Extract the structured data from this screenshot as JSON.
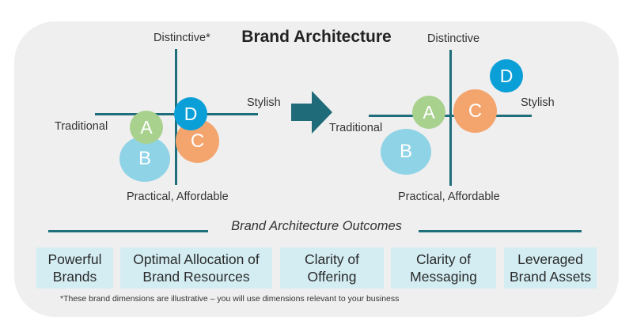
{
  "title": "Brand Architecture",
  "left_map": {
    "top_label": "Distinctive*",
    "right_label": "Stylish",
    "left_label": "Traditional",
    "bottom_label": "Practical, Affordable",
    "bubbles": {
      "a": "A",
      "b": "B",
      "c": "C",
      "d": "D"
    }
  },
  "right_map": {
    "top_label": "Distinctive",
    "right_label": "Stylish",
    "left_label": "Traditional",
    "bottom_label": "Practical, Affordable",
    "bubbles": {
      "a": "A",
      "b": "B",
      "c": "C",
      "d": "D"
    }
  },
  "colors": {
    "panel": "#efefef",
    "axis": "#1e6e7c",
    "arrow": "#1f6b79",
    "bubble_a": "#a9d18e",
    "bubble_b": "#8fd3e6",
    "bubble_c": "#f4a46d",
    "bubble_d": "#0b9fd8",
    "outcome_box": "#d3edf3"
  },
  "arrow_icon": "right-arrow-icon",
  "outcomes_heading": "Brand Architecture Outcomes",
  "outcomes": [
    {
      "line1": "Powerful",
      "line2": "Brands"
    },
    {
      "line1": "Optimal Allocation of",
      "line2": "Brand Resources"
    },
    {
      "line1": "Clarity of",
      "line2": "Offering"
    },
    {
      "line1": "Clarity of",
      "line2": "Messaging"
    },
    {
      "line1": "Leveraged",
      "line2": "Brand Assets"
    }
  ],
  "footnote": "*These brand dimensions are illustrative – you will use dimensions relevant to your business"
}
